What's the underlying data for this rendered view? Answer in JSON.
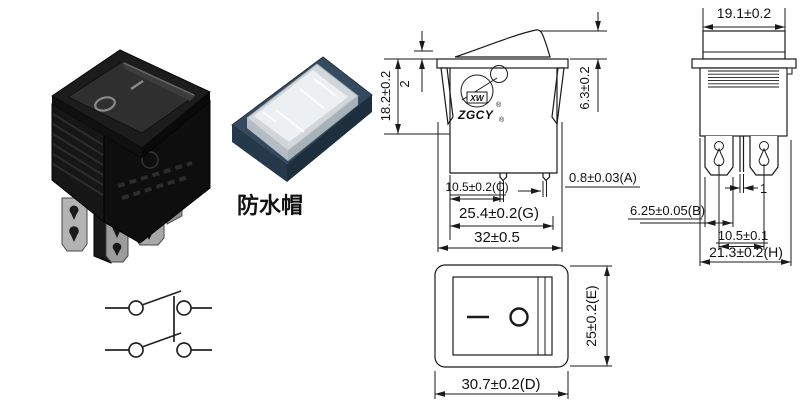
{
  "drawing": {
    "waterproof_cap_label": "防水帽",
    "front_view": {
      "logo": {
        "brand": "ZGCY",
        "mark": "XW",
        "reg1": "®",
        "reg2": "®"
      },
      "dims": {
        "height": "18.2±0.2",
        "lip": "2",
        "rocker": "6.3±0.2",
        "c": "10.5±0.2(C)",
        "g": "25.4±0.2(G)",
        "flange": "32±0.5",
        "a": "0.8±0.03(A)"
      }
    },
    "side_view": {
      "dims": {
        "cap": "19.1±0.2",
        "pin": "1",
        "b": "6.25±0.05(B)",
        "pitch": "10.5±0.1",
        "h": "21.3±0.2(H)"
      }
    },
    "top_view": {
      "dims": {
        "e": "25±0.2(E)",
        "d": "30.7±0.2(D)"
      }
    }
  }
}
